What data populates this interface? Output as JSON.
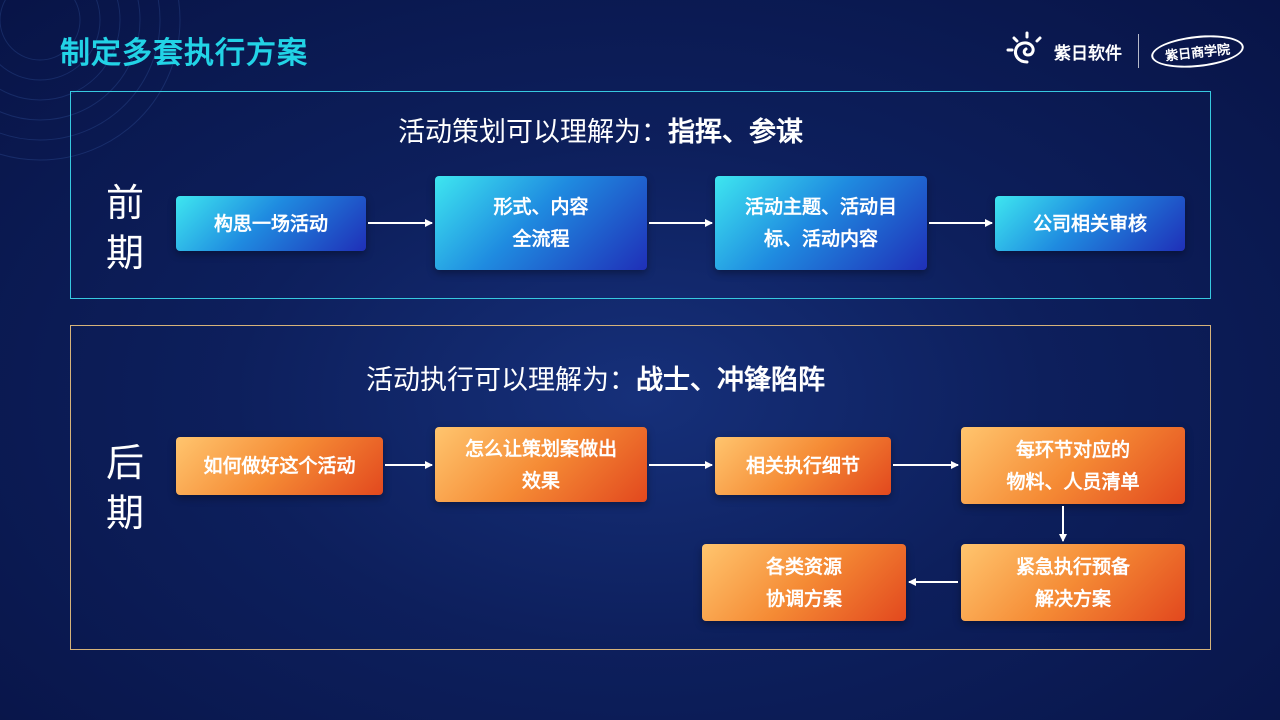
{
  "title": "制定多套执行方案",
  "logo": {
    "brand_text": "紫日软件",
    "badge_text": "紫日商学院"
  },
  "early": {
    "phase_label": [
      "前",
      "期"
    ],
    "subtitle_prefix": "活动策划可以理解为：",
    "subtitle_emphasis": "指挥、参谋",
    "steps": [
      "构思一场活动",
      "形式、内容\n全流程",
      "活动主题、活动目\n标、活动内容",
      "公司相关审核"
    ]
  },
  "late": {
    "phase_label": [
      "后",
      "期"
    ],
    "subtitle_prefix": "活动执行可以理解为：",
    "subtitle_emphasis": "战士、冲锋陷阵",
    "steps": [
      "如何做好这个活动",
      "怎么让策划案做出\n效果",
      "相关执行细节",
      "每环节对应的\n物料、人员清单",
      "紧急执行预备\n解决方案",
      "各类资源\n协调方案"
    ]
  },
  "colors": {
    "title": "#22d3e6",
    "early_border": "#37c9e0",
    "late_border": "#d6b37a",
    "blue_box": "#1f8be0",
    "orange_box": "#f58b35"
  }
}
